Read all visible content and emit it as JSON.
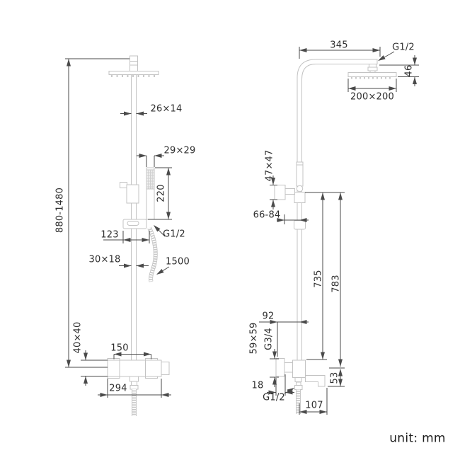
{
  "title": "shower column technical drawing",
  "unit_label": "unit: mm",
  "colors": {
    "background": "#ffffff",
    "product_line": "#c3c3c3",
    "dimension_line": "#4a4a4a",
    "text": "#2e2e2e"
  },
  "front_view": {
    "name": "front-view",
    "dimensions": {
      "height_range": "880-1480",
      "upper_rail_section": "26×14",
      "hand_shower_face": "29×29",
      "hand_shower_length": "220",
      "bracket_offset": "123",
      "hose_thread": "G1/2",
      "lower_rail_section": "30×18",
      "hose_length": "1500",
      "valve_section": "40×40",
      "inlet_spacing": "150",
      "valve_width": "294"
    }
  },
  "side_view": {
    "name": "side-view",
    "dimensions": {
      "arm_reach": "345",
      "head_thread": "G1/2",
      "head_height": "46",
      "head_size": "200×200",
      "holder_section": "47×47",
      "wall_distance": "66-84",
      "pivot_height": "735",
      "rail_height": "783",
      "valve_offset": "92",
      "valve_plate": "59×59",
      "inlet_thread": "G3/4",
      "wall_gap": "18",
      "outlet_thread": "G1/2",
      "spout_drop": "53",
      "spout_reach": "107"
    }
  }
}
